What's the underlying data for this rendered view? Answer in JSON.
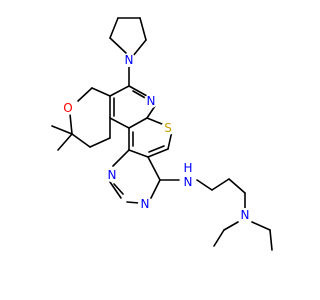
{
  "colors": {
    "background": "#ffffff",
    "bond": "#000000",
    "nitrogen": "#0000ff",
    "oxygen": "#ff0000",
    "sulfur": "#c8a000"
  },
  "atoms": {
    "n_pyrrolidine": "N",
    "o_pyran": "O",
    "n_pyridine": "N",
    "s_thiophene": "S",
    "n_pyrimidine_1": "N",
    "n_pyrimidine_3": "N",
    "nh_amine": "H",
    "nh_amine_n": "N",
    "n_diethyl": "N"
  }
}
